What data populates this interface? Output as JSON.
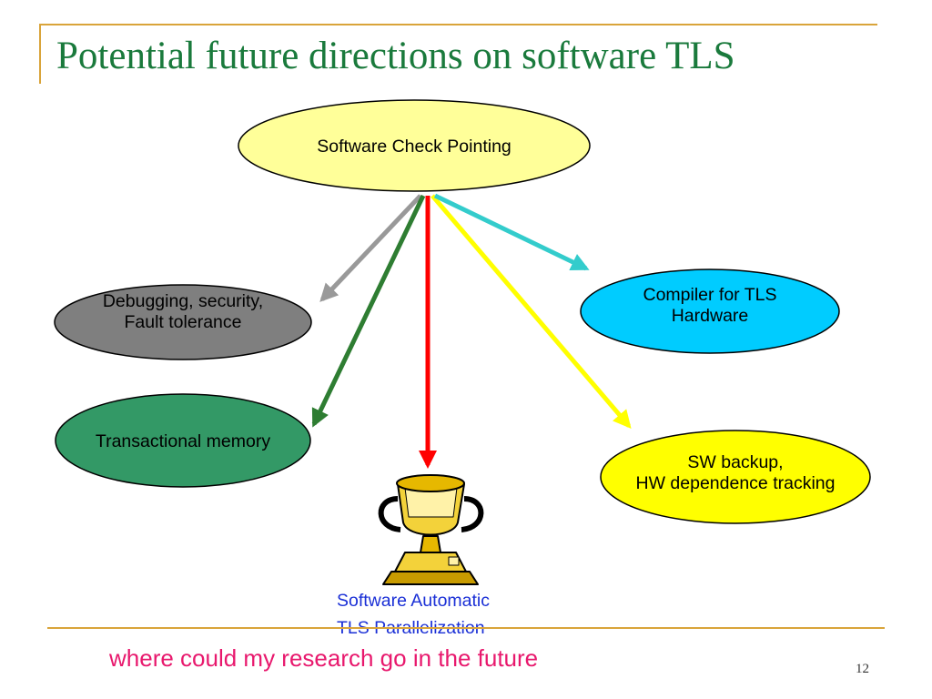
{
  "slide": {
    "title": "Potential future directions on software TLS",
    "footer_note": "where could my research go in the future",
    "page_number": "12"
  },
  "nodes": {
    "root": {
      "lines": [
        "Software Check Pointing"
      ],
      "fill": "#ffff99"
    },
    "debugging": {
      "lines": [
        "Debugging, security,",
        "Fault tolerance"
      ],
      "fill": "#7f7f7f"
    },
    "transactional": {
      "lines": [
        "Transactional memory"
      ],
      "fill": "#339966"
    },
    "compiler": {
      "lines": [
        "Compiler for TLS",
        "Hardware"
      ],
      "fill": "#00ccff"
    },
    "sw_backup": {
      "lines": [
        "SW backup,",
        "HW dependence tracking"
      ],
      "fill": "#ffff00"
    }
  },
  "trophy": {
    "icon": "trophy-icon",
    "caption_lines": [
      "Software Automatic",
      "TLS Parallelization"
    ]
  },
  "arrows": [
    {
      "to": "debugging",
      "color": "#999999"
    },
    {
      "to": "transactional",
      "color": "#2e7d32"
    },
    {
      "to": "trophy",
      "color": "#ff0000"
    },
    {
      "to": "sw_backup",
      "color": "#ffff00"
    },
    {
      "to": "compiler",
      "color": "#33cccc"
    }
  ],
  "colors": {
    "title": "#1a7a3c",
    "accent_rule": "#d9a43a",
    "caption": "#1a2fd6",
    "footer_note": "#e8186d"
  }
}
